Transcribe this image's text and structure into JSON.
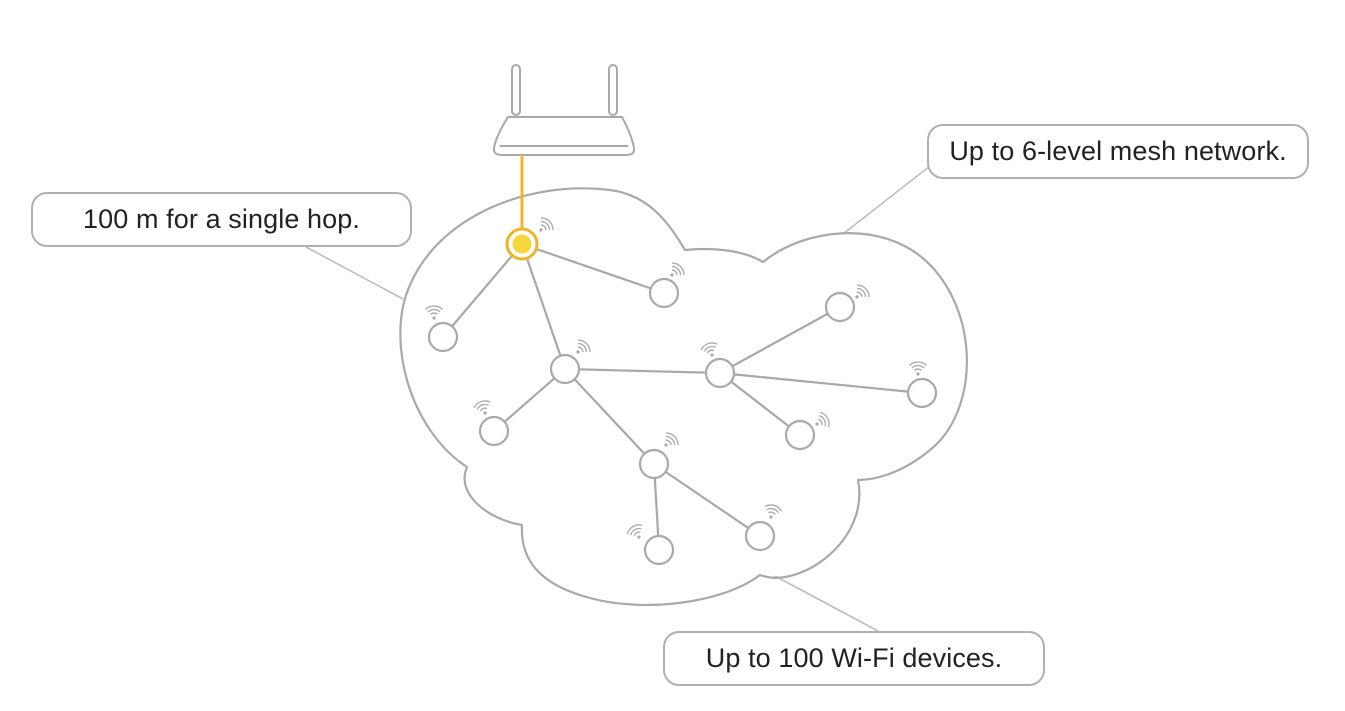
{
  "callouts": {
    "single_hop": "100 m for a single hop.",
    "mesh_levels": "Up to 6-level mesh network.",
    "device_count": "Up to 100 Wi-Fi devices."
  },
  "colors": {
    "outline": "#a9a9a9",
    "link_line": "#a8a8a8",
    "root_link": "#f0b429",
    "root_fill": "#f5d63d",
    "callout_border": "#b0b0b0",
    "text": "#222222"
  },
  "icons": {
    "router": "router-icon",
    "wifi": "wifi-signal-icon"
  }
}
